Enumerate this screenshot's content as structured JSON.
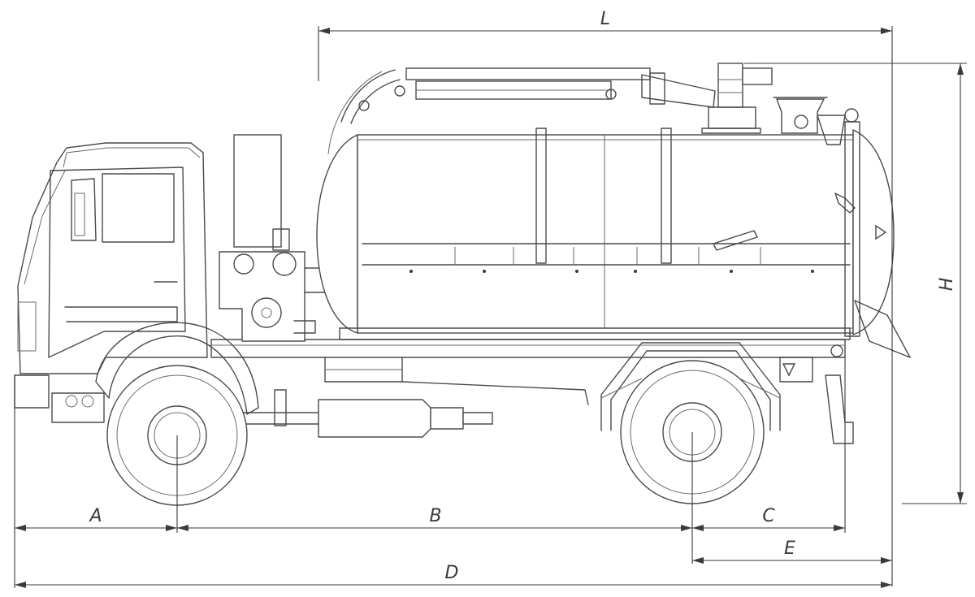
{
  "dimension_labels": {
    "L": "L",
    "H": "H",
    "A": "A",
    "B": "B",
    "C": "C",
    "D": "D",
    "E": "E"
  }
}
